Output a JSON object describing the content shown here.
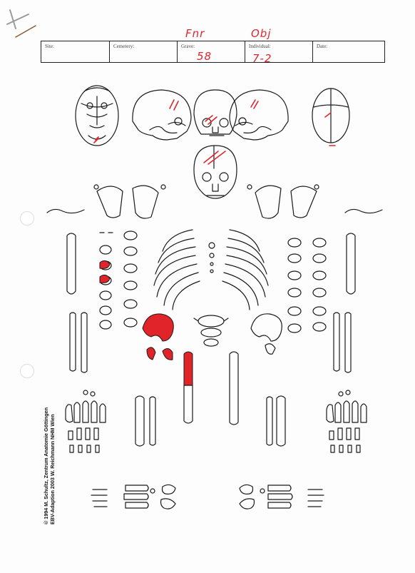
{
  "header": {
    "fields": [
      {
        "label": "Site:",
        "value": ""
      },
      {
        "label": "Cemetery:",
        "value": ""
      },
      {
        "label": "Grave:",
        "value": "58",
        "above": "Fnr"
      },
      {
        "label": "Individual:",
        "value": "7-2",
        "above": "Obj"
      },
      {
        "label": "Date:",
        "value": ""
      }
    ]
  },
  "credit": {
    "line1": "© 1994 M. Schultz, Zentrum Anatomie Göttingen",
    "line2": "EBV-Adaption 2003 W. Reichmann  NHM Wien"
  },
  "colors": {
    "ink": "#1a1a1a",
    "marker": "#e0242a"
  }
}
